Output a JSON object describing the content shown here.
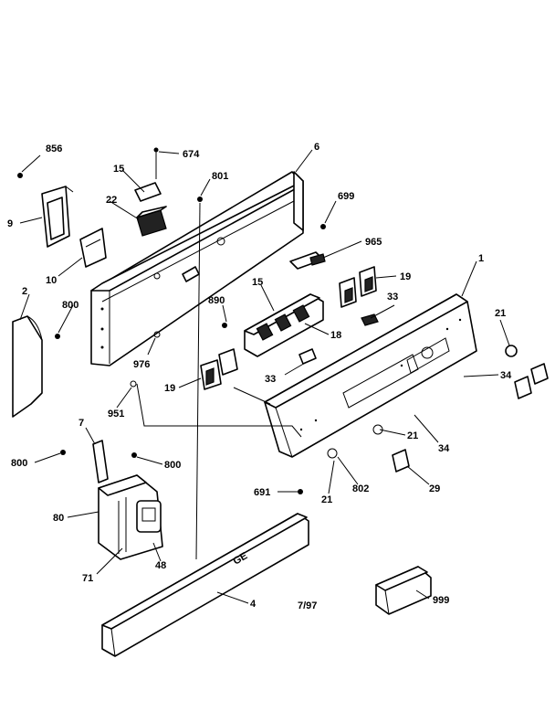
{
  "figure": {
    "date_code": "7/97",
    "callouts": [
      {
        "id": "c856",
        "label": "856"
      },
      {
        "id": "c674",
        "label": "674"
      },
      {
        "id": "c6",
        "label": "6"
      },
      {
        "id": "c15a",
        "label": "15"
      },
      {
        "id": "c801",
        "label": "801"
      },
      {
        "id": "c22",
        "label": "22"
      },
      {
        "id": "c699",
        "label": "699"
      },
      {
        "id": "c9",
        "label": "9"
      },
      {
        "id": "c965",
        "label": "965"
      },
      {
        "id": "c10",
        "label": "10"
      },
      {
        "id": "c1",
        "label": "1"
      },
      {
        "id": "c15b",
        "label": "15"
      },
      {
        "id": "c19a",
        "label": "19"
      },
      {
        "id": "c2",
        "label": "2"
      },
      {
        "id": "c33a",
        "label": "33"
      },
      {
        "id": "c890",
        "label": "890"
      },
      {
        "id": "c800a",
        "label": "800"
      },
      {
        "id": "c18",
        "label": "18"
      },
      {
        "id": "c21a",
        "label": "21"
      },
      {
        "id": "c976",
        "label": "976"
      },
      {
        "id": "c34a",
        "label": "34"
      },
      {
        "id": "c19b",
        "label": "19"
      },
      {
        "id": "c33b",
        "label": "33"
      },
      {
        "id": "c951",
        "label": "951"
      },
      {
        "id": "c7",
        "label": "7"
      },
      {
        "id": "c21b",
        "label": "21"
      },
      {
        "id": "c34b",
        "label": "34"
      },
      {
        "id": "c800b",
        "label": "800"
      },
      {
        "id": "c800c",
        "label": "800"
      },
      {
        "id": "c691",
        "label": "691"
      },
      {
        "id": "c802",
        "label": "802"
      },
      {
        "id": "c29",
        "label": "29"
      },
      {
        "id": "c21c",
        "label": "21"
      },
      {
        "id": "c80",
        "label": "80"
      },
      {
        "id": "c71",
        "label": "71"
      },
      {
        "id": "c48",
        "label": "48"
      },
      {
        "id": "c4",
        "label": "4"
      },
      {
        "id": "c999",
        "label": "999"
      }
    ]
  }
}
